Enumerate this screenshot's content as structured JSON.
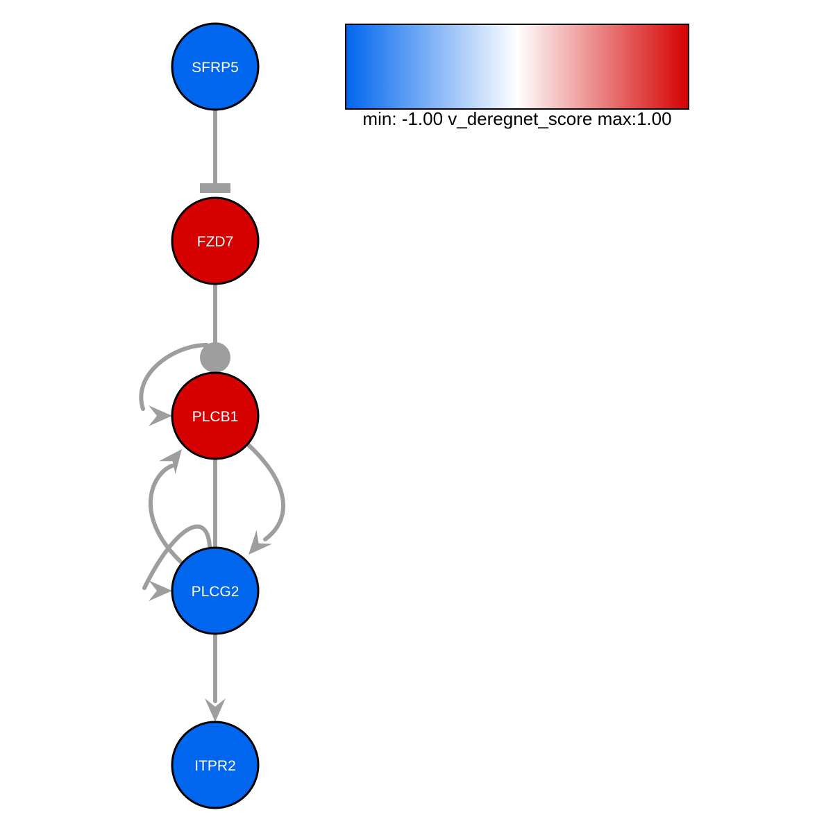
{
  "colors": {
    "low": "#0066ee",
    "mid": "#ffffff",
    "high": "#d50000",
    "edge": "#9e9e9e",
    "outline": "#000000"
  },
  "legend": {
    "label": "min: -1.00 v_deregnet_score max:1.00",
    "min": -1.0,
    "max": 1.0
  },
  "nodes": [
    {
      "id": "SFRP5",
      "label": "SFRP5",
      "score": -1.0
    },
    {
      "id": "FZD7",
      "label": "FZD7",
      "score": 1.0
    },
    {
      "id": "PLCB1",
      "label": "PLCB1",
      "score": 1.0
    },
    {
      "id": "PLCG2",
      "label": "PLCG2",
      "score": -1.0
    },
    {
      "id": "ITPR2",
      "label": "ITPR2",
      "score": -1.0
    }
  ],
  "edges": [
    {
      "source": "SFRP5",
      "target": "FZD7",
      "type": "inhibition"
    },
    {
      "source": "FZD7",
      "target": "PLCB1",
      "type": "binding"
    },
    {
      "source": "PLCB1",
      "target": "PLCB1",
      "type": "activation"
    },
    {
      "source": "PLCB1",
      "target": "PLCG2",
      "type": "activation"
    },
    {
      "source": "PLCG2",
      "target": "PLCB1",
      "type": "activation"
    },
    {
      "source": "PLCB1",
      "target": "PLCG2",
      "type": "undirected"
    },
    {
      "source": "PLCG2",
      "target": "PLCG2",
      "type": "activation"
    },
    {
      "source": "PLCG2",
      "target": "ITPR2",
      "type": "activation"
    }
  ]
}
